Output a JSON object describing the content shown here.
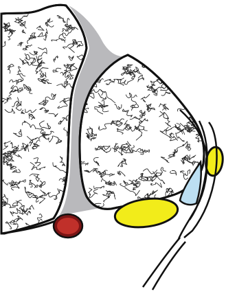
{
  "diagram": {
    "labels": [],
    "colors": {
      "background": "#ffffff",
      "outline": "#111111",
      "septum_fill": "#b9b9bc",
      "texture_stroke": "#2a2a2a",
      "vessel_outer": "#7a1414",
      "vessel_inner": "#c0302a",
      "yellow_fill": "#f2ec1a",
      "blue_fill": "#bcdff2"
    },
    "structures": [
      {
        "id": "left-lobe",
        "fill": "textured"
      },
      {
        "id": "central-septum",
        "fill": "grey"
      },
      {
        "id": "right-lobe",
        "fill": "textured"
      },
      {
        "id": "vessel",
        "fill": "red"
      },
      {
        "id": "yellow-body-large",
        "fill": "yellow"
      },
      {
        "id": "yellow-body-small",
        "fill": "yellow"
      },
      {
        "id": "blue-wedge",
        "fill": "blue"
      },
      {
        "id": "thin-channel",
        "fill": "outline-only"
      }
    ]
  }
}
